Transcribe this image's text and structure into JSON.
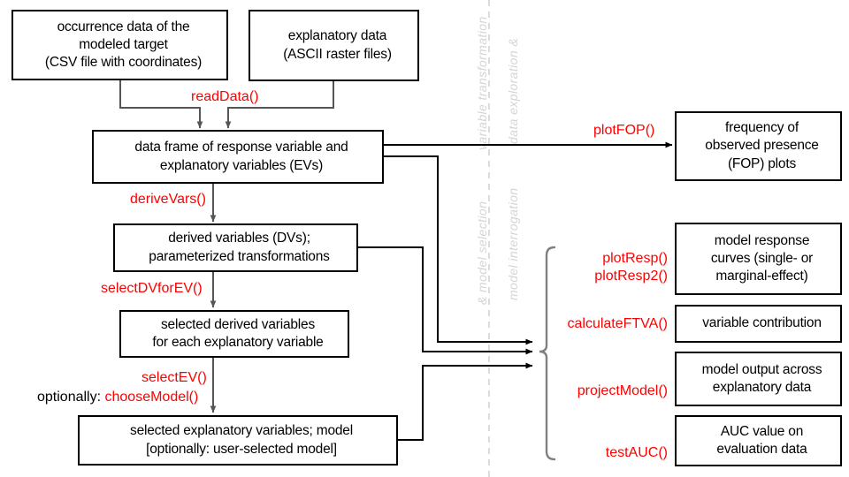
{
  "diagram": {
    "title": "MIAmaxent modelling workflow flowchart",
    "accent_color": "#ff0000",
    "line_color": "#000000",
    "phase_label_color": "#d4d4d4",
    "divider_color": "#cccccc"
  },
  "input_boxes": [
    {
      "id": "occurrence-data",
      "lines": [
        "occurrence data of the",
        "modeled target",
        "(CSV file with coordinates)"
      ]
    },
    {
      "id": "explanatory-data",
      "lines": [
        "explanatory data",
        "(ASCII raster files)"
      ]
    }
  ],
  "flow_boxes": [
    {
      "id": "data-frame",
      "lines": [
        "data frame of response variable and",
        "explanatory variables (EVs)"
      ]
    },
    {
      "id": "derived-variables",
      "lines": [
        "derived variables (DVs);",
        "parameterized transformations"
      ]
    },
    {
      "id": "selected-derived-variables",
      "lines": [
        "selected derived variables",
        "for each explanatory variable"
      ]
    },
    {
      "id": "selected-explanatory-variables",
      "lines": [
        "selected explanatory variables; model",
        "[optionally: user-selected model]"
      ]
    }
  ],
  "output_boxes": [
    {
      "id": "fop-plots",
      "lines": [
        "frequency of",
        "observed presence",
        "(FOP) plots"
      ]
    },
    {
      "id": "model-response-curves",
      "lines": [
        "model response",
        "curves (single- or",
        "marginal-effect)"
      ]
    },
    {
      "id": "variable-contribution",
      "lines": [
        "variable contribution"
      ]
    },
    {
      "id": "model-output",
      "lines": [
        "model output across",
        "explanatory data"
      ]
    },
    {
      "id": "auc-value",
      "lines": [
        "AUC value on",
        "evaluation data"
      ]
    }
  ],
  "functions": {
    "read_data": "readData()",
    "derive_vars": "deriveVars()",
    "select_dv_for_ev": "selectDVforEV()",
    "select_ev": "selectEV()",
    "optionally_prefix": "optionally: ",
    "choose_model": "chooseModel()",
    "plot_fop": "plotFOP()",
    "plot_resp": "plotResp()",
    "plot_resp2": "plotResp2()",
    "calculate_ftva": "calculateFTVA()",
    "project_model": "projectModel()",
    "test_auc": "testAUC()"
  },
  "phase_labels": [
    {
      "id": "variable-transformation",
      "text": "variable transformation"
    },
    {
      "id": "model-selection",
      "text": "&  model selection"
    },
    {
      "id": "data-exploration",
      "text": "data exploration  &"
    },
    {
      "id": "model-interrogation",
      "text": "model interrogation"
    }
  ]
}
